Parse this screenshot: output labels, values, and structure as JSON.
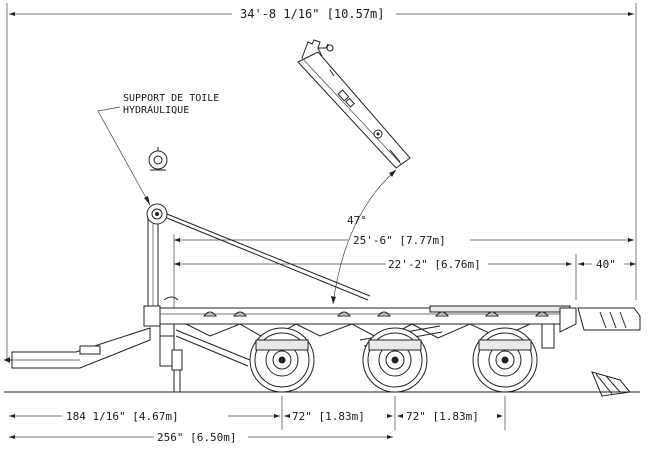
{
  "dimensions": {
    "overall_length": "34'-8 1/16\" [10.57m]",
    "tarp_angle": "47°",
    "length_25": "25'-6\" [7.77m]",
    "length_22": "22'-2\" [6.76m]",
    "overhang": "40\"",
    "front_to_axle": "184 1/16\" [4.67m]",
    "axle_spacing_1": "72\" [1.83m]",
    "axle_spacing_2": "72\" [1.83m]",
    "hitch_to_axle": "256\" [6.50m]"
  },
  "labels": {
    "support_line1": "SUPPORT DE TOILE",
    "support_line2": "HYDRAULIQUE"
  }
}
